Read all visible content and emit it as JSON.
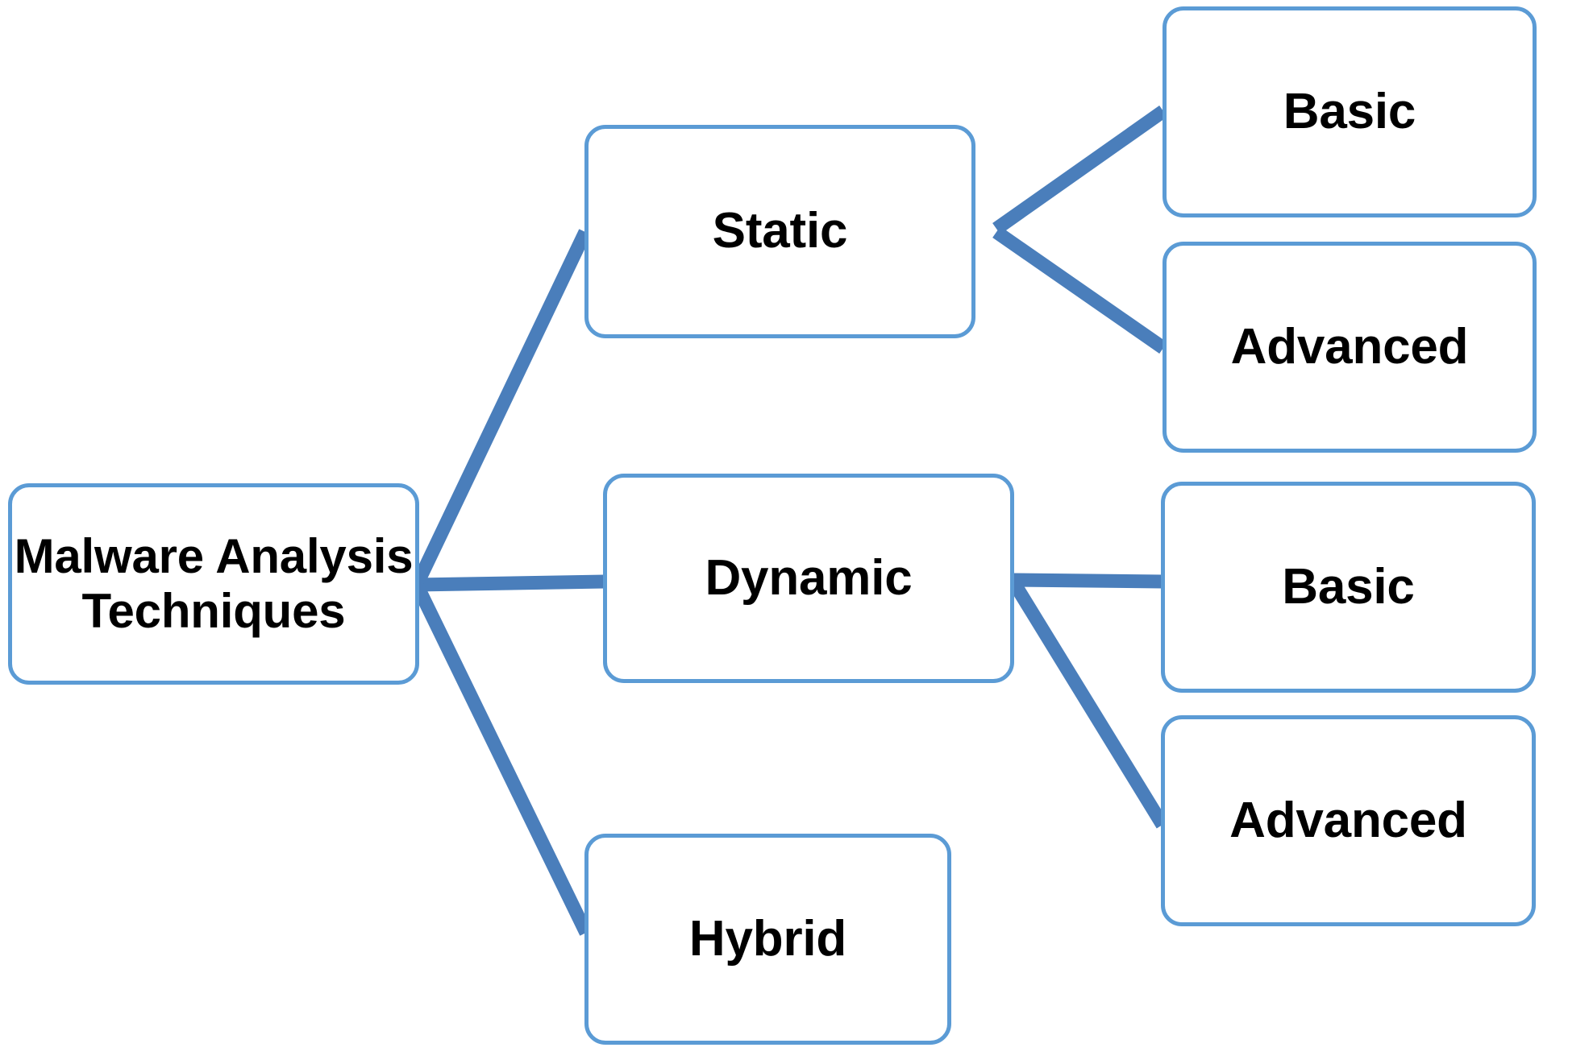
{
  "diagram": {
    "type": "tree",
    "orientation": "left-to-right",
    "title": "Malware Analysis Techniques",
    "colors": {
      "node_border": "#5B9BD5",
      "node_fill": "#FFFFFF",
      "connector": "#4A7EBB",
      "text": "#000000",
      "background": "#FFFFFF"
    },
    "nodes": [
      {
        "id": "root",
        "label": "Malware Analysis\nTechniques",
        "level": 0
      },
      {
        "id": "static",
        "label": "Static",
        "level": 1
      },
      {
        "id": "dynamic",
        "label": "Dynamic",
        "level": 1
      },
      {
        "id": "hybrid",
        "label": "Hybrid",
        "level": 1
      },
      {
        "id": "basic1",
        "label": "Basic",
        "level": 2
      },
      {
        "id": "adv1",
        "label": "Advanced",
        "level": 2
      },
      {
        "id": "basic2",
        "label": "Basic",
        "level": 2
      },
      {
        "id": "adv2",
        "label": "Advanced",
        "level": 2
      }
    ],
    "edges": [
      {
        "from": "root",
        "to": "static"
      },
      {
        "from": "root",
        "to": "dynamic"
      },
      {
        "from": "root",
        "to": "hybrid"
      },
      {
        "from": "static",
        "to": "basic1"
      },
      {
        "from": "static",
        "to": "adv1"
      },
      {
        "from": "dynamic",
        "to": "basic2"
      },
      {
        "from": "dynamic",
        "to": "adv2"
      }
    ]
  }
}
